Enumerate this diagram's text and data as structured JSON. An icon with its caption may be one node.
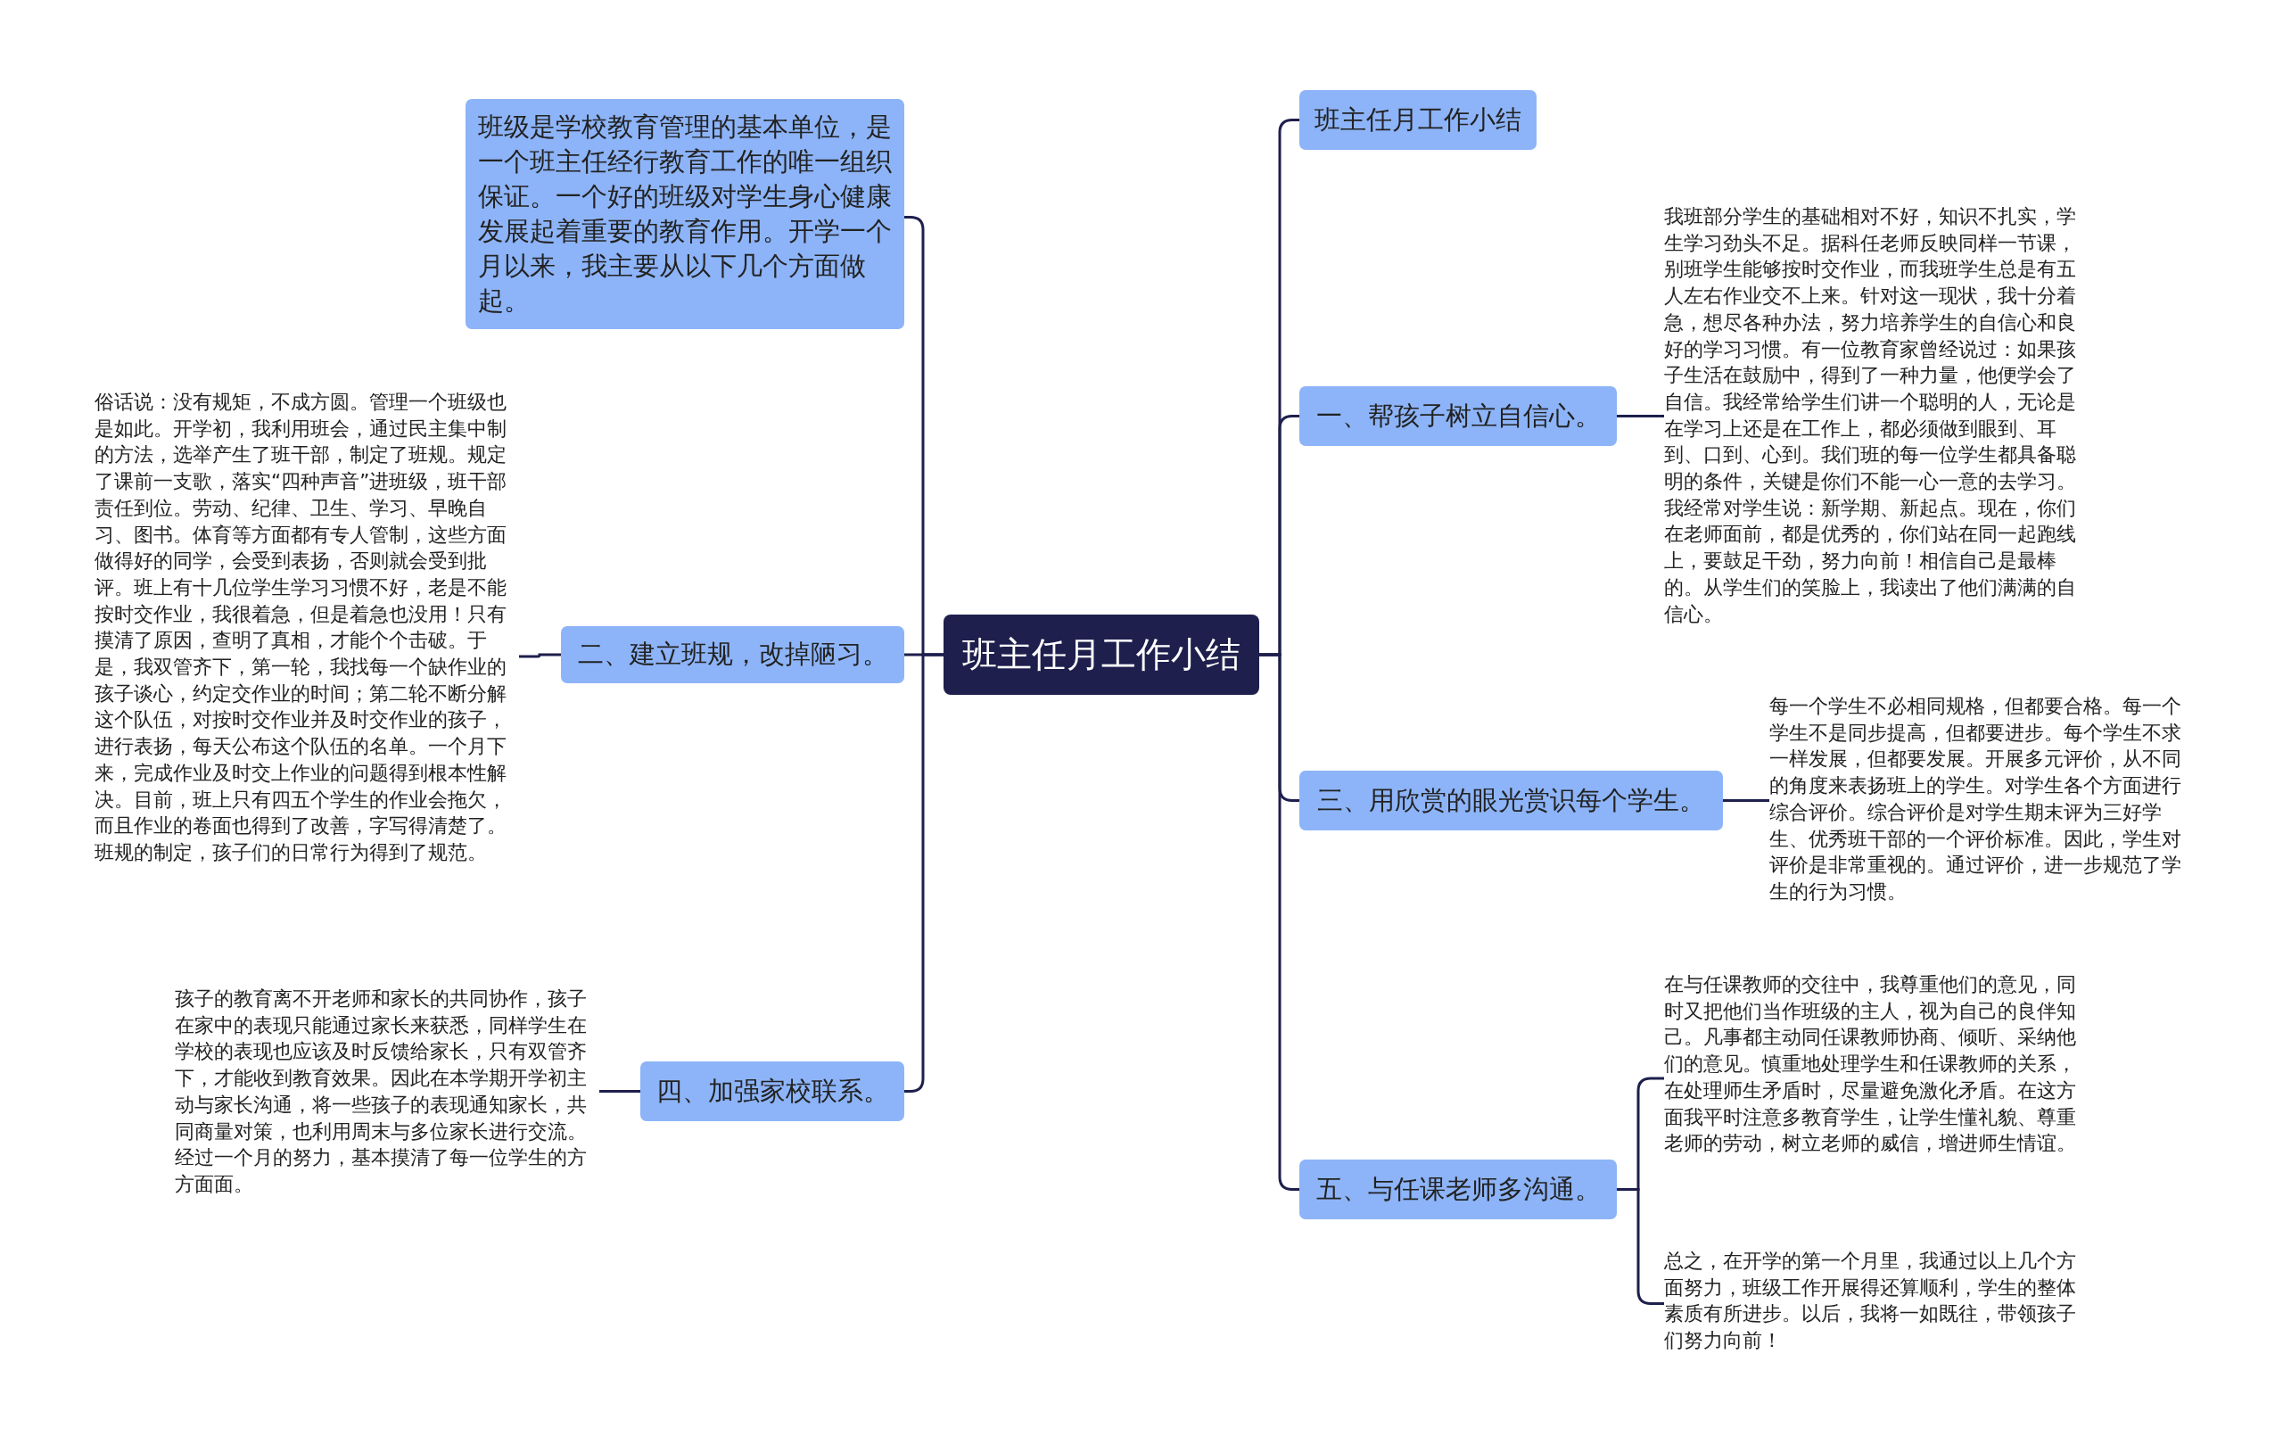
{
  "diagram": {
    "nodes": [
      {
        "text": [
          "班主任月工作小结"
        ]
      },
      {
        "text": [
          "班级是学校教育管理的基本单位，是一个班主任经行教育工作的唯一组织保证。一个好的班级对学生身心健康发展起着重要的教育作用。开学一个月以来，我主要从以下几个方面做起。"
        ]
      },
      {
        "text": [
          "二、建立班规，改掉陋习。"
        ]
      },
      {
        "text": [
          "俗话说：没有规矩，不成方圆。管理一个班级也是如此。开学初，我利用班会，通过民主集中制的方法，选举产生了班干部，制定了班规。规定了课前一支歌，落实“四种声音”进班级，班干部责任到位。劳动、纪律、卫生、学习、早晚自习、图书。体育等方面都有专人管制，这些方面做得好的同学，会受到表扬，否则就会受到批评。班上有十几位学生学习习惯不好，老是不能按时交作业，我很着急，但是着急也没用！只有摸清了原因，查明了真相，才能个个击破。于是，我双管齐下，第一轮，我找每一个缺作业的孩子谈心，约定交作业的时间；第二轮不断分解这个队伍，对按时交作业并及时交作业的孩子，进行表扬，每天公布这个队伍的名单。一个月下来，完成作业及时交上作业的问题得到根本性解决。目前，班上只有四五个学生的作业会拖欠，而且作业的卷面也得到了改善，字写得清楚了。班规的制定，孩子们的日常行为得到了规范。"
        ]
      },
      {
        "text": [
          "四、加强家校联系。"
        ]
      },
      {
        "text": [
          "孩子的教育离不开老师和家长的共同协作，孩子在家中的表现只能通过家长来获悉，同样学生在学校的表现也应该及时反馈给家长，只有双管齐下，才能收到教育效果。因此在本学期开学初主动与家长沟通，将一些孩子的表现通知家长，共同商量对策，也利用周末与多位家长进行交流。经过一个月的努力，基本摸清了每一位学生的方方面面。"
        ]
      },
      {
        "text": [
          "班主任月工作小结"
        ]
      },
      {
        "text": [
          "一、帮孩子树立自信心。"
        ]
      },
      {
        "text": [
          "我班部分学生的基础相对不好，知识不扎实，学生学习劲头不足。据科任老师反映同样一节课，别班学生能够按时交作业，而我班学生总是有五人左右作业交不上来。针对这一现状，我十分着急，想尽各种办法，努力培养学生的自信心和良好的学习习惯。有一位教育家曾经说过：如果孩子生活在鼓励中，得到了一种力量，他便学会了自信。我经常给学生们讲一个聪明的人，无论是在学习上还是在工作上，都必须做到眼到、耳到、口到、心到。我们班的每一位学生都具备聪明的条件，关键是你们不能一心一意的去学习。我经常对学生说：新学期、新起点。现在，你们在老师面前，都是优秀的，你们站在同一起跑线上，要鼓足干劲，努力向前！相信自己是最棒的。从学生们的笑脸上，我读出了他们满满的自信心。"
        ]
      },
      {
        "text": [
          "三、用欣赏的眼光赏识每个学生。"
        ]
      },
      {
        "text": [
          "每一个学生不必相同规格，但都要合格。每一个学生不是同步提高，但都要进步。每个学生不求一样发展，但都要发展。开展多元评价，从不同的角度来表扬班上的学生。对学生各个方面进行综合评价。综合评价是对学生期末评为三好学生、优秀班干部的一个评价标准。因此，学生对评价是非常重视的。通过评价，进一步规范了学生的行为习惯。"
        ]
      },
      {
        "text": [
          "五、与任课老师多沟通。"
        ]
      },
      {
        "text": [
          "在与任课教师的交往中，我尊重他们的意见，同时又把他们当作班级的主人，视为自己的良伴知己。凡事都主动同任课教师协商、倾听、采纳他们的意见。慎重地处理学生和任课教师的关系，在处理师生矛盾时，尽量避免激化矛盾。在这方面我平时注意多教育学生，让学生懂礼貌、尊重老师的劳动，树立老师的威信，增进师生情谊。"
        ]
      },
      {
        "text": [
          "总之，在开学的第一个月里，我通过以上几个方面努力，班级工作开展得还算顺利，学生的整体素质有所进步。以后，我将一如既往，带领孩子们努力向前！"
        ]
      }
    ],
    "edges": [
      {
        "from": 0,
        "to": 1,
        "arrow": "none"
      },
      {
        "from": 0,
        "to": 2,
        "arrow": "none"
      },
      {
        "from": 0,
        "to": 4,
        "arrow": "none"
      },
      {
        "from": 0,
        "to": 6,
        "arrow": "none"
      },
      {
        "from": 0,
        "to": 7,
        "arrow": "none"
      },
      {
        "from": 0,
        "to": 9,
        "arrow": "none"
      },
      {
        "from": 0,
        "to": 11,
        "arrow": "none"
      },
      {
        "from": 2,
        "to": 3,
        "arrow": "none"
      },
      {
        "from": 4,
        "to": 5,
        "arrow": "none"
      },
      {
        "from": 7,
        "to": 8,
        "arrow": "none"
      },
      {
        "from": 9,
        "to": 10,
        "arrow": "none"
      },
      {
        "from": 11,
        "to": 12,
        "arrow": "none"
      },
      {
        "from": 11,
        "to": 13,
        "arrow": "none"
      }
    ]
  }
}
